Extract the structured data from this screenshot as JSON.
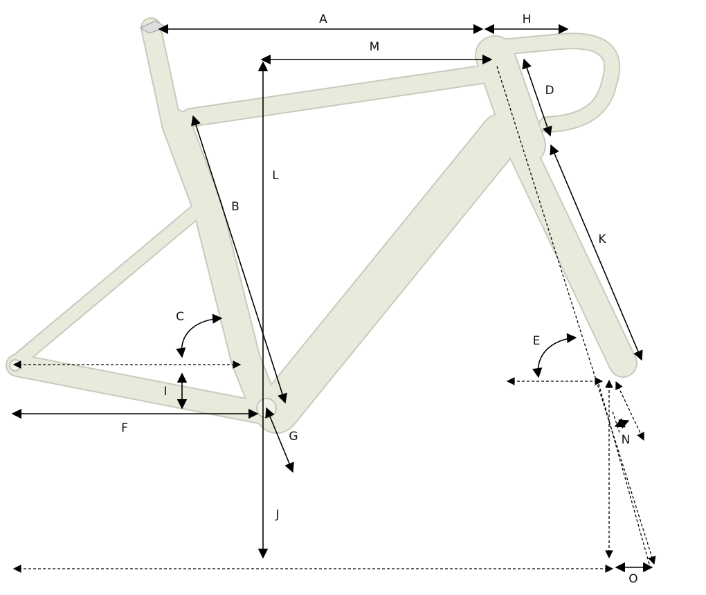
{
  "diagram": {
    "frame_color": "#ecece0",
    "line_color": "#000000",
    "labels": {
      "A": "A",
      "H": "H",
      "M": "M",
      "D": "D",
      "L": "L",
      "B": "B",
      "K": "K",
      "C": "C",
      "E": "E",
      "I": "I",
      "F": "F",
      "G": "G",
      "N": "N",
      "J": "J",
      "O": "O"
    }
  }
}
